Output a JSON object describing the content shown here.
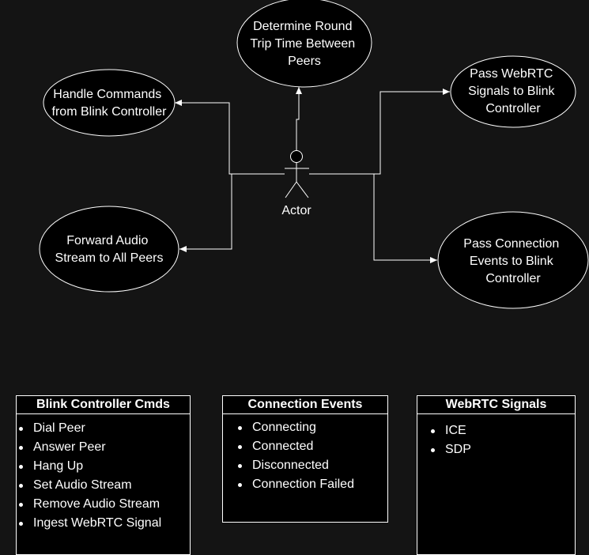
{
  "diagram": {
    "actor": {
      "label": "Actor"
    },
    "use_cases": [
      {
        "id": "rtt",
        "lines": [
          "Determine Round",
          "Trip Time Between",
          "Peers"
        ]
      },
      {
        "id": "handle_cmds",
        "lines": [
          "Handle Commands",
          "from Blink Controller"
        ]
      },
      {
        "id": "pass_webrtc",
        "lines": [
          "Pass WebRTC",
          "Signals to Blink",
          "Controller"
        ]
      },
      {
        "id": "forward_audio",
        "lines": [
          "Forward Audio",
          "Stream to All Peers"
        ]
      },
      {
        "id": "pass_conn_events",
        "lines": [
          "Pass Connection",
          "Events to Blink",
          "Controller"
        ]
      }
    ]
  },
  "lists": {
    "blink_cmds": {
      "title": "Blink Controller Cmds",
      "items": [
        "Dial Peer",
        "Answer Peer",
        "Hang Up",
        "Set Audio Stream",
        "Remove Audio Stream",
        "Ingest WebRTC Signal"
      ]
    },
    "connection_events": {
      "title": "Connection Events",
      "items": [
        "Connecting",
        "Connected",
        "Disconnected",
        "Connection Failed"
      ]
    },
    "webrtc_signals": {
      "title": "WebRTC Signals",
      "items": [
        "ICE",
        "SDP"
      ]
    }
  }
}
